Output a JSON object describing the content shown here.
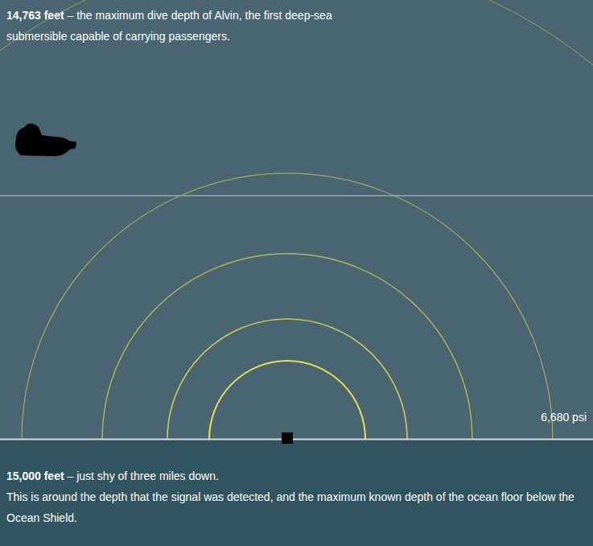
{
  "diagram": {
    "labels": [
      "14,763 feet",
      "– the maximum dive depth of Alvin, the first deep-sea submersible capable of carrying passengers.",
      "6,680 psi",
      "15,000 feet",
      "– just shy of three miles down.",
      "This is around the depth that the signal was detected, and the maximum known depth of the ocean floor below the Ocean Shield."
    ]
  }
}
